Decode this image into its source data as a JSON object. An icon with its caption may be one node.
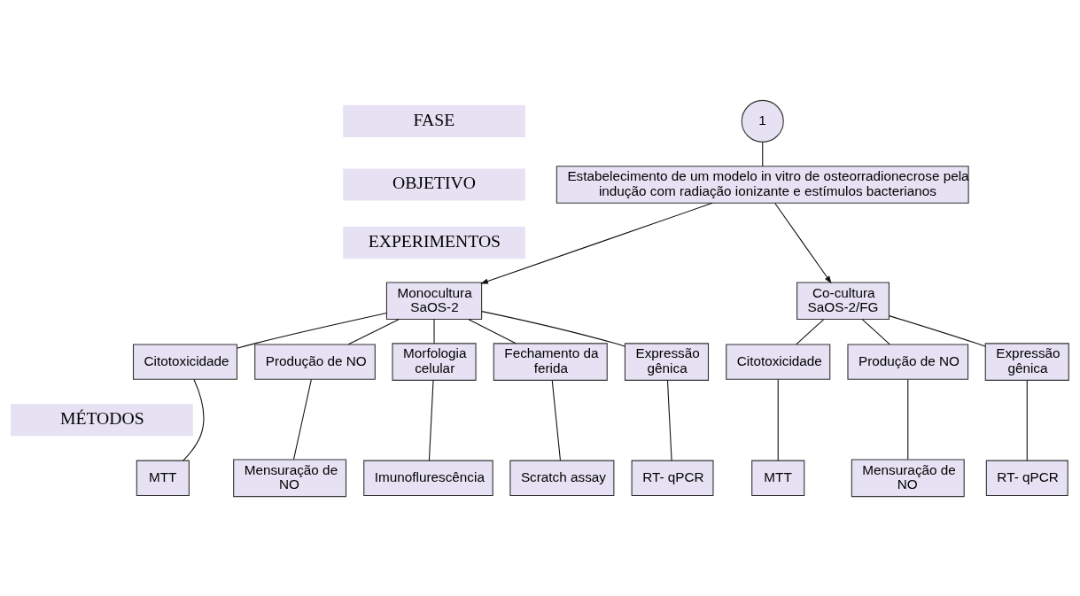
{
  "diagram": {
    "nodes": [
      {
        "text": [
          "FASE"
        ]
      },
      {
        "text": [
          "1"
        ]
      },
      {
        "text": [
          "OBJETIVO"
        ]
      },
      {
        "text": [
          "Estabelecimento de um modelo in vitro de osteorradionecrose pela indução com radiação ionizante e estímulos bacterianos"
        ]
      },
      {
        "text": [
          "EXPERIMENTOS"
        ]
      },
      {
        "text": [
          "Monocultura SaOS-2"
        ]
      },
      {
        "text": [
          "Co-cultura SaOS-2/FG"
        ]
      },
      {
        "text": [
          "Citotoxicidade"
        ]
      },
      {
        "text": [
          "Morfologia celular"
        ]
      },
      {
        "text": [
          "Expressão gênica"
        ]
      },
      {
        "text": [
          "Produção de NO"
        ]
      },
      {
        "text": [
          "Fechamento da ferida"
        ]
      },
      {
        "text": [
          "Citotoxicidade"
        ]
      },
      {
        "text": [
          "Produção de NO"
        ]
      },
      {
        "text": [
          "Expressão gênica"
        ]
      },
      {
        "text": [
          "MÉTODOS"
        ]
      },
      {
        "text": [
          "MTT"
        ]
      },
      {
        "text": [
          "Imunoflurescência"
        ]
      },
      {
        "text": [
          "RT- qPCR"
        ]
      },
      {
        "text": [
          "Mensuração de NO"
        ]
      },
      {
        "text": [
          "Scratch assay"
        ]
      },
      {
        "text": [
          "MTT"
        ]
      },
      {
        "text": [
          "Mensuração de NO"
        ]
      },
      {
        "text": [
          "RT- qPCR"
        ]
      }
    ],
    "edges": [
      {
        "from": 1,
        "to": 3,
        "arrow": "none"
      },
      {
        "from": 3,
        "to": 5,
        "arrow": "to"
      },
      {
        "from": 3,
        "to": 6,
        "arrow": "to"
      },
      {
        "from": 5,
        "to": 7,
        "arrow": "none"
      },
      {
        "from": 5,
        "to": 10,
        "arrow": "none"
      },
      {
        "from": 5,
        "to": 8,
        "arrow": "none"
      },
      {
        "from": 5,
        "to": 11,
        "arrow": "none"
      },
      {
        "from": 5,
        "to": 9,
        "arrow": "none"
      },
      {
        "from": 6,
        "to": 12,
        "arrow": "none"
      },
      {
        "from": 6,
        "to": 13,
        "arrow": "none"
      },
      {
        "from": 6,
        "to": 14,
        "arrow": "none"
      },
      {
        "from": 7,
        "to": 16,
        "arrow": "none"
      },
      {
        "from": 10,
        "to": 19,
        "arrow": "none"
      },
      {
        "from": 8,
        "to": 17,
        "arrow": "none"
      },
      {
        "from": 11,
        "to": 20,
        "arrow": "none"
      },
      {
        "from": 9,
        "to": 18,
        "arrow": "none"
      },
      {
        "from": 12,
        "to": 21,
        "arrow": "none"
      },
      {
        "from": 13,
        "to": 22,
        "arrow": "none"
      },
      {
        "from": 14,
        "to": 23,
        "arrow": "none"
      }
    ]
  }
}
